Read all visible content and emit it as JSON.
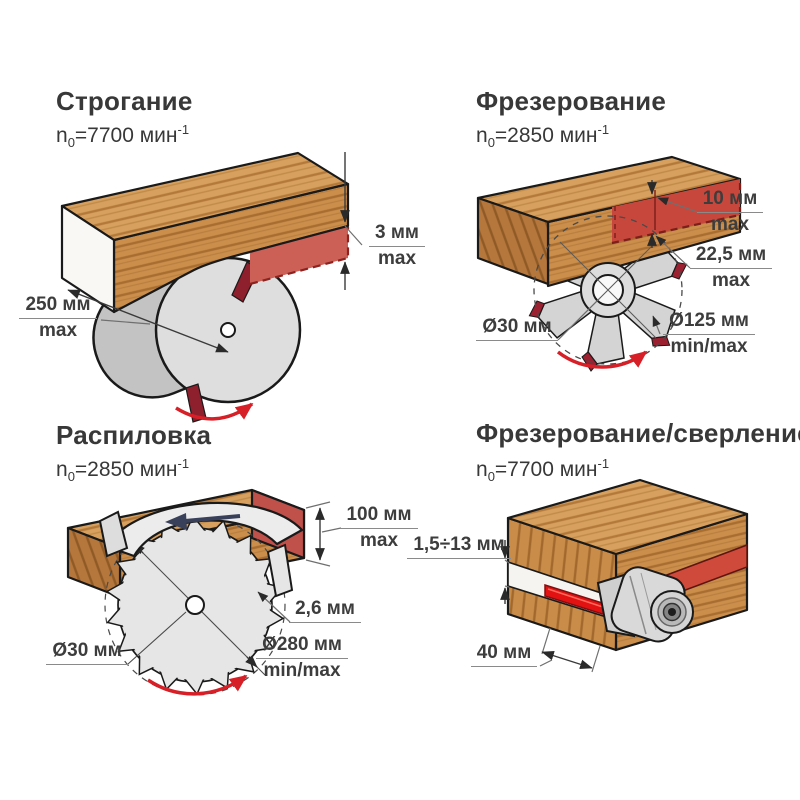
{
  "quadrants": {
    "planing": {
      "title": "Строгание",
      "speed": {
        "n": "n",
        "sub": "0",
        "eq": "=7700 мин",
        "sup": "-1"
      },
      "dims": {
        "depth": {
          "l1": "3 мм",
          "l2": "max"
        },
        "width": {
          "l1": "250 мм",
          "l2": "max"
        }
      }
    },
    "milling": {
      "title": "Фрезерование",
      "speed": {
        "n": "n",
        "sub": "0",
        "eq": "=2850 мин",
        "sup": "-1"
      },
      "dims": {
        "pass": {
          "l1": "10 мм",
          "l2": "max"
        },
        "depth": {
          "l1": "22,5 мм",
          "l2": "max"
        },
        "bore": {
          "l1": "Ø30 мм"
        },
        "cutter": {
          "l1": "Ø125 мм",
          "l2": "min/max"
        }
      }
    },
    "sawing": {
      "title": "Распиловка",
      "speed": {
        "n": "n",
        "sub": "0",
        "eq": "=2850 мин",
        "sup": "-1"
      },
      "dims": {
        "height": {
          "l1": "100 мм",
          "l2": "max"
        },
        "kerf": {
          "l1": "2,6 мм"
        },
        "blade": {
          "l1": "Ø280 мм",
          "l2": "min/max"
        },
        "bore": {
          "l1": "Ø30 мм"
        }
      }
    },
    "drilling": {
      "title": "Фрезерование/сверление",
      "speed": {
        "n": "n",
        "sub": "0",
        "eq": "=7700 мин",
        "sup": "-1"
      },
      "dims": {
        "chuck_range": {
          "l1": "1,5÷13 мм"
        },
        "depth": {
          "l1": "40 мм"
        }
      }
    }
  },
  "colors": {
    "wood_top": "#d7a05e",
    "wood_front": "#cb8e4b",
    "wood_end": "#b5773c",
    "cut_red": "#c8574a",
    "bright_red": "#e01b15",
    "metal": "#dedede",
    "arrow_red": "#d61f26",
    "outline": "#1a1a1a",
    "text": "#3d3d3d"
  }
}
